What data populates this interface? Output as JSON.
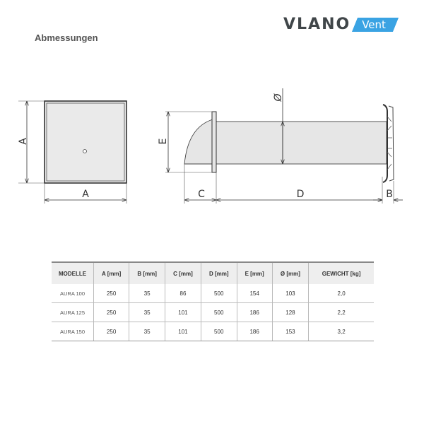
{
  "brand": {
    "name": "VLANO",
    "tag": "Vent",
    "accent_color": "#3aa3e3",
    "text_color": "#404649"
  },
  "section_title": "Abmessungen",
  "drawing": {
    "front_view": {
      "width_label": "A",
      "height_label": "A"
    },
    "side_view": {
      "height_label": "E",
      "diameter_label": "Ø",
      "hood_depth_label": "C",
      "tube_length_label": "D",
      "grille_depth_label": "B"
    }
  },
  "table": {
    "headers": [
      "MODELLE",
      "A [mm]",
      "B [mm]",
      "C [mm]",
      "D [mm]",
      "E [mm]",
      "Ø [mm]",
      "GEWICHT [kg]"
    ],
    "rows": [
      [
        "AURA 100",
        "250",
        "35",
        "86",
        "500",
        "154",
        "103",
        "2,0"
      ],
      [
        "AURA 125",
        "250",
        "35",
        "101",
        "500",
        "186",
        "128",
        "2,2"
      ],
      [
        "AURA 150",
        "250",
        "35",
        "101",
        "500",
        "186",
        "153",
        "3,2"
      ]
    ]
  }
}
